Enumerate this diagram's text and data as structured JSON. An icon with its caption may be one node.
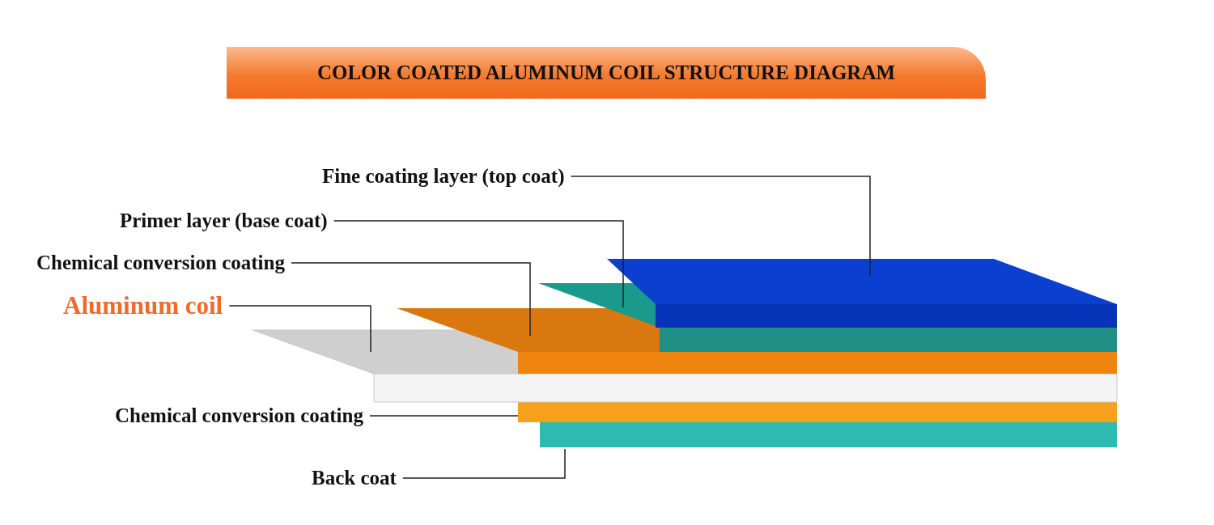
{
  "diagram": {
    "title": "COLOR COATED ALUMINUM COIL STRUCTURE DIAGRAM",
    "nodes": [
      {
        "text": [
          "Fine coating layer (top coat)"
        ]
      },
      {
        "text": [
          "Primer layer (base coat)"
        ]
      },
      {
        "text": [
          "Chemical conversion coating"
        ]
      },
      {
        "text": [
          "Aluminum coil"
        ]
      },
      {
        "text": [
          "Chemical conversion coating"
        ]
      },
      {
        "text": [
          "Back coat"
        ]
      },
      {
        "text": [],
        "shape": "bar"
      },
      {
        "text": [],
        "shape": "bar"
      },
      {
        "text": [],
        "shape": "bar"
      },
      {
        "text": [],
        "shape": "bar"
      },
      {
        "text": [],
        "shape": "bar"
      },
      {
        "text": [],
        "shape": "bar"
      }
    ],
    "edges": [
      {
        "from": 0,
        "to": 6,
        "arrow": "none"
      },
      {
        "from": 1,
        "to": 7,
        "arrow": "none"
      },
      {
        "from": 2,
        "to": 8,
        "arrow": "none"
      },
      {
        "from": 3,
        "to": 9,
        "arrow": "none"
      },
      {
        "from": 4,
        "to": 10,
        "arrow": "none"
      },
      {
        "from": 5,
        "to": 11,
        "arrow": "none"
      }
    ]
  }
}
